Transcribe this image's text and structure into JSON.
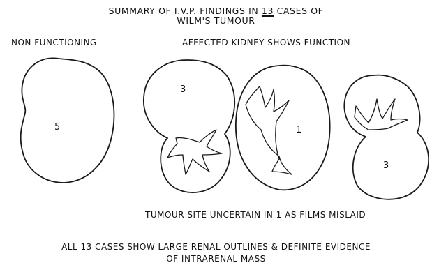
{
  "title": {
    "line1_pre": "SUMMARY OF I.V.P. FINDINGS IN ",
    "line1_num": "13",
    "line1_post": " CASES OF",
    "line2": "WILM'S TUMOUR"
  },
  "groups": {
    "non_functioning": "NON FUNCTIONING",
    "affected_functioning": "AFFECTED KIDNEY SHOWS FUNCTION"
  },
  "kidneys": [
    {
      "count": "5",
      "group": "non_functioning",
      "tumour_position": "whole kidney"
    },
    {
      "count": "3",
      "group": "affected_functioning",
      "tumour_position": "upper pole"
    },
    {
      "count": "1",
      "group": "affected_functioning",
      "tumour_position": "mid kidney"
    },
    {
      "count": "3",
      "group": "affected_functioning",
      "tumour_position": "lower pole"
    }
  ],
  "note": "TUMOUR SITE UNCERTAIN IN  1  AS FILMS MISLAID",
  "conclusion": {
    "line1": "ALL 13 CASES SHOW LARGE RENAL OUTLINES & DEFINITE EVIDENCE",
    "line2": "OF INTRARENAL MASS"
  }
}
